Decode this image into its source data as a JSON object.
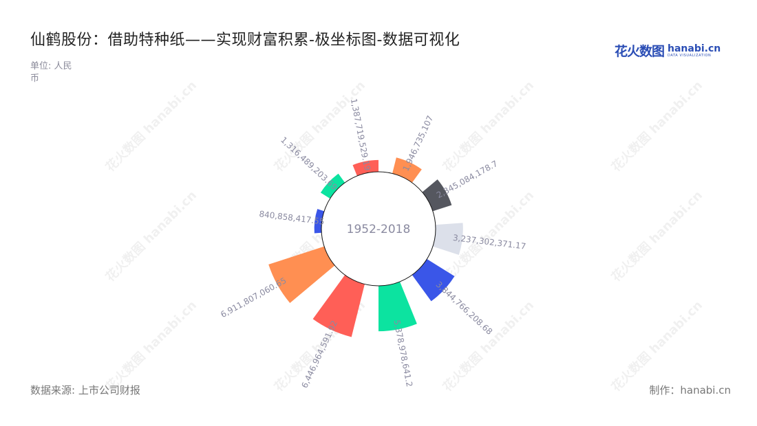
{
  "title": "仙鹤股份：借助特种纸——实现财富积累-极坐标图-数据可视化",
  "unit": "单位: 人民币",
  "source": "数据来源: 上市公司财报",
  "credit": "制作：hanabi.cn",
  "logo": {
    "cn": "花火数图",
    "en": "hanabi.cn",
    "sub": "DATA VISUALIZATION"
  },
  "watermark": "花火数图 hanabi.cn",
  "chart_data": {
    "type": "bar",
    "coordinate": "polar",
    "center_label": "1952-2018",
    "values": [
      1387719529.19,
      1946735107,
      2345084178.7,
      3237302371.17,
      3844766208.68,
      5378978641.2,
      6446964591.92,
      6911807060.65,
      840858417.55,
      1316489203.69
    ],
    "labels": [
      "1,387,719,529.19",
      "1,946,735,107",
      "2,345,084,178.7",
      "3,237,302,371.17",
      "3,844,766,208.68",
      "5,378,978,641.2",
      "6,446,964,591.92",
      "6,911,807,060.65",
      "840,858,417.55",
      "1,316,489,203.69"
    ],
    "colors": [
      "#ff5f57",
      "#ff8f52",
      "#55575f",
      "#dce0ea",
      "#3a56e8",
      "#0ce3a0",
      "#ff5f57",
      "#ff8f52",
      "#3a56e8",
      "#0ce3a0"
    ],
    "label_color": "#8a8aa0",
    "grid": false,
    "legend": "none"
  }
}
